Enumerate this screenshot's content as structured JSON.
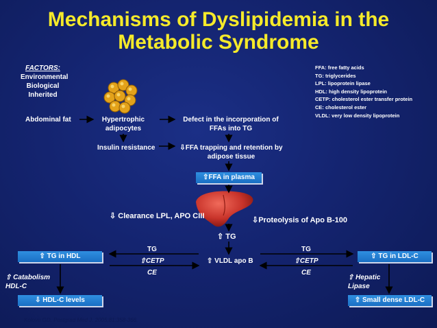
{
  "title": "Mechanisms of Dyslipidemia in the Metabolic Syndrome",
  "factors": {
    "heading": "FACTORS:",
    "items": [
      "Environmental",
      "Biological",
      "Inherited"
    ]
  },
  "legend": [
    "FFA: free fatty acids",
    "TG: triglycerides",
    "LPL: lipoprotein lipase",
    "HDL: high density lipoprotein",
    "CETP: cholesterol ester transfer protein",
    "CE: cholesterol ester",
    "VLDL: very low density lipoprotein"
  ],
  "flow": {
    "abdominal_fat": "Abdominal fat",
    "hypertrophic": "Hypertrophic adipocytes",
    "defect": "Defect in the incorporation of FFAs into TG",
    "insulin_resistance": "Insulin resistance",
    "ffa_trapping": "⇩FFA trapping and retention by adipose tissue",
    "ffa_plasma": "⇧FFA in plasma",
    "clearance": "⇩ Clearance LPL, APO CIII",
    "proteolysis": "⇩Proteolysis of Apo B-100",
    "tg_up": "⇧ TG",
    "vldl": "⇧ VLDL apo B",
    "tg_left": "TG",
    "cetp_left": "⇧CETP",
    "ce_left": "CE",
    "tg_right": "TG",
    "cetp_right": "⇧CETP",
    "ce_right": "CE",
    "tg_in_hdl": "⇧ TG in HDL",
    "catabolism": "⇧ Catabolism HDL-C",
    "hdl_levels": "⇩ HDL-C levels",
    "tg_in_ldl": "⇧ TG in LDL-C",
    "hepatic": "⇧ Hepatic Lipase",
    "small_dense": "⇧ Small dense LDL-C"
  },
  "citation": "Kolovo GD. Postgrad Med J. 2005;81:358-366.",
  "colors": {
    "background": "#142470",
    "title": "#f5ea2a",
    "box": "#2080d8",
    "liver": "#c8332a"
  },
  "icons": [
    "adipocytes-image",
    "liver-image"
  ]
}
